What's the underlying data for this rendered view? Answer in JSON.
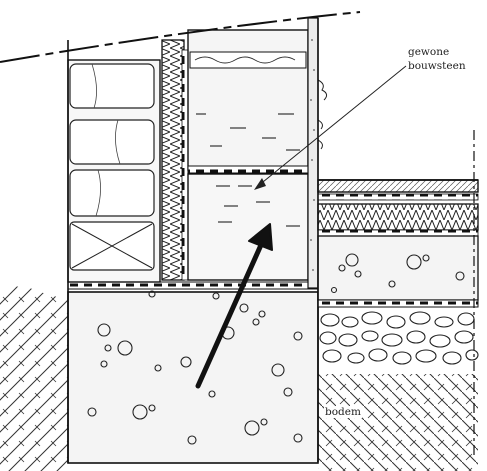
{
  "labels": {
    "brick_line1": "gewone",
    "brick_line2": "bouwsteen",
    "soil": "bodem"
  },
  "colors": {
    "ink": "#1a1a1a",
    "hatch": "#333333",
    "paper": "#ffffff",
    "light_fill": "#f2f2f2",
    "mid_fill": "#e4e4e4",
    "dark_fill": "#bdbdbd",
    "arrow": "#111111"
  },
  "icons": {
    "pointer": "thin-leader-arrow",
    "emphasis": "thick-arrow"
  }
}
